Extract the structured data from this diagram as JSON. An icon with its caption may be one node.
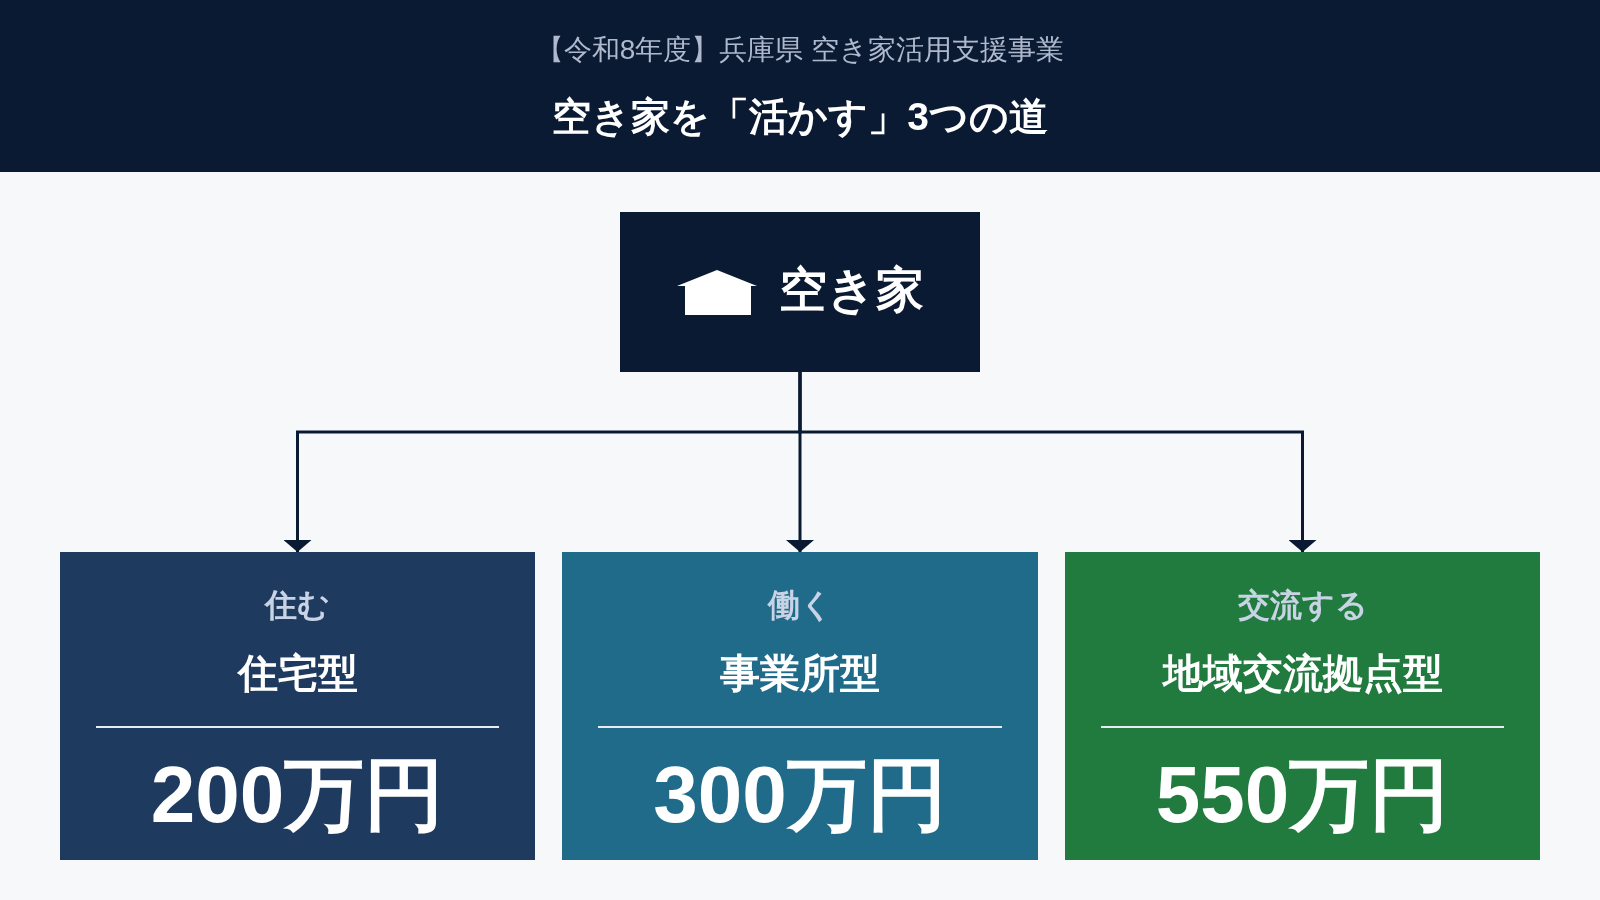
{
  "diagram": {
    "title": "空き家を「活かす」3つの道",
    "nodes": [
      {
        "text": [
          "空き家"
        ]
      },
      {
        "text": [
          "住む",
          "住宅型",
          "200万円"
        ]
      },
      {
        "text": [
          "働く",
          "事業所型",
          "300万円"
        ]
      },
      {
        "text": [
          "交流する",
          "地域交流拠点型",
          "550万円"
        ]
      }
    ],
    "edges": [
      {
        "from": 0,
        "to": 1,
        "arrow": "to"
      },
      {
        "from": 0,
        "to": 2,
        "arrow": "to"
      },
      {
        "from": 0,
        "to": 3,
        "arrow": "to"
      }
    ],
    "labels": [
      "【令和8年度】兵庫県 空き家活用支援事業"
    ]
  }
}
